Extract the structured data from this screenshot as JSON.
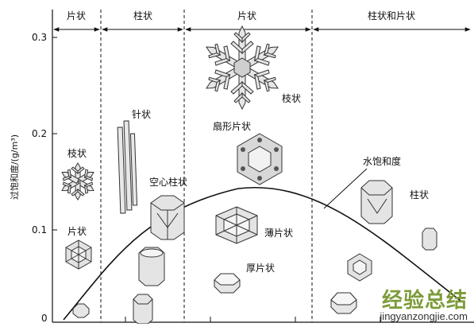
{
  "y_axis": {
    "label": "过饱和度/(g/m³)",
    "ticks": [
      "0.3",
      "0.2",
      "0.1",
      "0"
    ]
  },
  "regions": [
    {
      "label": "片状"
    },
    {
      "label": "柱状"
    },
    {
      "label": "片状"
    },
    {
      "label": "柱状和片状"
    }
  ],
  "crystal_labels": {
    "dendrite_top": "枝状",
    "dendrite_left": "枝状",
    "plate_left": "片状",
    "needle": "针状",
    "hollow_column": "空心柱状",
    "sector_plate": "扇形片状",
    "thin_plate": "薄片状",
    "thick_plate": "厚片状",
    "water_saturation": "水饱和度",
    "column_right": "柱状"
  },
  "watermark": {
    "cn": "经验总结",
    "en": "jingyanzongjie.com"
  },
  "colors": {
    "line": "#111111",
    "crystal_fill": "#e6e6e6",
    "watermark": "#7d9c3a"
  }
}
